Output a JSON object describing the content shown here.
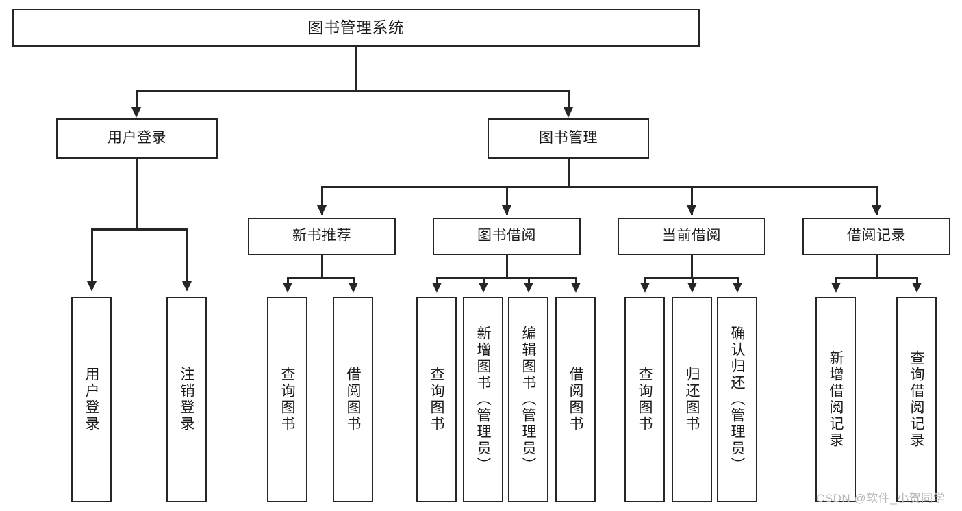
{
  "diagram": {
    "title": "图书管理系统",
    "type": "tree-hierarchy",
    "root": {
      "label": "图书管理系统"
    },
    "level2": [
      {
        "label": "用户登录"
      },
      {
        "label": "图书管理"
      }
    ],
    "level3": [
      {
        "label": "新书推荐"
      },
      {
        "label": "图书借阅"
      },
      {
        "label": "当前借阅"
      },
      {
        "label": "借阅记录"
      }
    ],
    "leaves": [
      {
        "label": "用户登录",
        "parent": "用户登录"
      },
      {
        "label": "注销登录",
        "parent": "用户登录"
      },
      {
        "label": "查询图书",
        "parent": "新书推荐"
      },
      {
        "label": "借阅图书",
        "parent": "新书推荐"
      },
      {
        "label": "查询图书",
        "parent": "图书借阅"
      },
      {
        "label": "新增图书（管理员）",
        "parent": "图书借阅"
      },
      {
        "label": "编辑图书（管理员）",
        "parent": "图书借阅"
      },
      {
        "label": "借阅图书",
        "parent": "图书借阅"
      },
      {
        "label": "查询图书",
        "parent": "当前借阅"
      },
      {
        "label": "归还图书",
        "parent": "当前借阅"
      },
      {
        "label": "确认归还（管理员）",
        "parent": "当前借阅"
      },
      {
        "label": "新增借阅记录",
        "parent": "借阅记录"
      },
      {
        "label": "查询借阅记录",
        "parent": "借阅记录"
      }
    ]
  },
  "watermark": {
    "text": "CSDN @软件_小贺同学"
  },
  "colors": {
    "stroke": "#262626",
    "background": "#ffffff",
    "text": "#1a1a1a",
    "watermark": "#b9b9b9"
  }
}
